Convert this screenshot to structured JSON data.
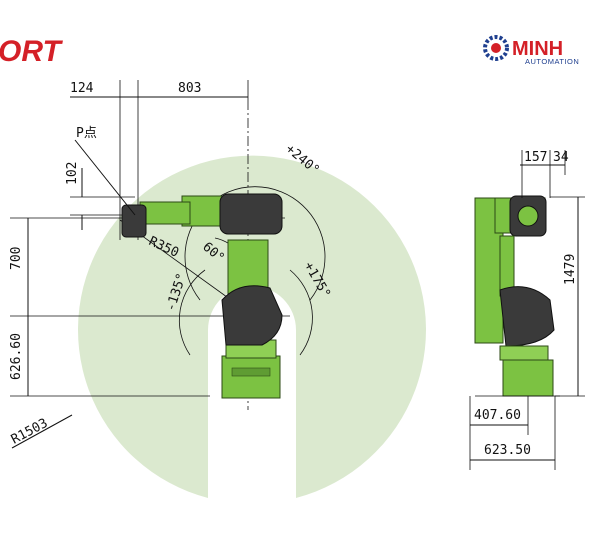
{
  "brand_left": {
    "text": "ORT",
    "color": "#d42027"
  },
  "brand_right": {
    "name": "MINH",
    "sub": "AUTOMATION",
    "name_color": "#d42027",
    "sub_color": "#1f3f8f"
  },
  "colors": {
    "workspace": "#dbe9cf",
    "robot_green": "#7cc242",
    "robot_dark": "#3a3a3a"
  },
  "front_view": {
    "dim_top_left": "124",
    "dim_top_right": "803",
    "p_point_label": "P点",
    "dim_102": "102",
    "dim_700": "700",
    "dim_626": "626.60",
    "radius_350": "R350",
    "angle_60": "60°",
    "angle_240": "+240°",
    "angle_175_pos": "+175°",
    "angle_135_neg": "-135°",
    "radius_1503": "R1503"
  },
  "side_view": {
    "dim_157": "157",
    "dim_34": "34",
    "dim_1479": "1479",
    "dim_407": "407.60",
    "dim_623": "623.50"
  }
}
